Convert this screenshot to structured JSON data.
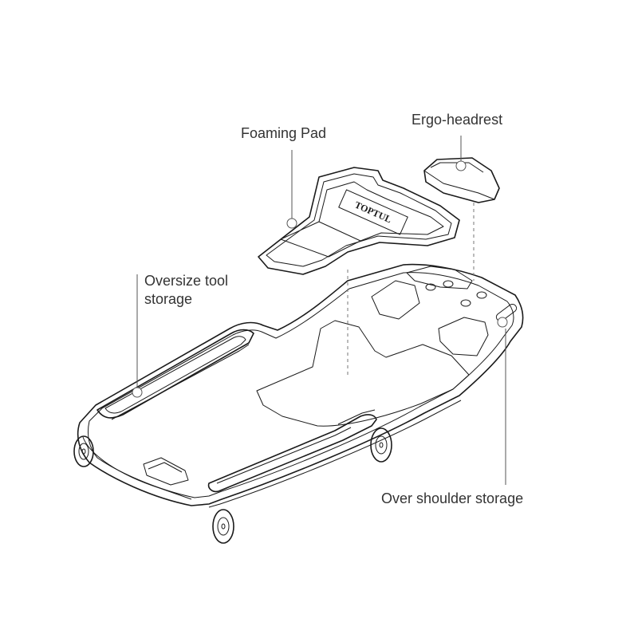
{
  "labels": {
    "foaming_pad": "Foaming Pad",
    "ergo_headrest": "Ergo-headrest",
    "oversize_tool_storage_line1": "Oversize tool",
    "oversize_tool_storage_line2": "storage",
    "over_shoulder_storage": "Over shoulder storage"
  },
  "logo_text": "TOPTUL",
  "colors": {
    "line": "#1a1a1a",
    "leader": "#555555",
    "label": "#333333",
    "background": "#ffffff"
  }
}
